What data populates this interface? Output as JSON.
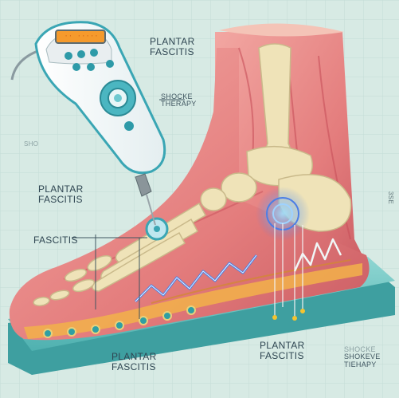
{
  "labels": {
    "top_title": [
      "PLANTAR",
      "FASCITIS"
    ],
    "shock_therapy": [
      "SHOCKE",
      "THERAPY"
    ],
    "left_faded": "SHO",
    "left_plantar": [
      "PLANTAR",
      "FASCITIS"
    ],
    "left_fascitis": "FASCITIS",
    "bottom_left": [
      "PLANTAR",
      "FASCITIS"
    ],
    "bottom_center": [
      "PLANTAR",
      "FASCITIS"
    ],
    "bottom_right": [
      "SHOCKE",
      "SHOKEVE",
      "TIEHAPY"
    ],
    "right_vertical": "3SE"
  },
  "device": {
    "screen_text": "·· ·····"
  },
  "colors": {
    "background": "#d7eae4",
    "device_teal": "#3aa6b4",
    "skin": "#e58a8a",
    "bone": "#efe3b8",
    "base_pad": "#6ec6c3",
    "shock_wave": "#4b7ee6",
    "device_screen": "#f59a2c"
  }
}
